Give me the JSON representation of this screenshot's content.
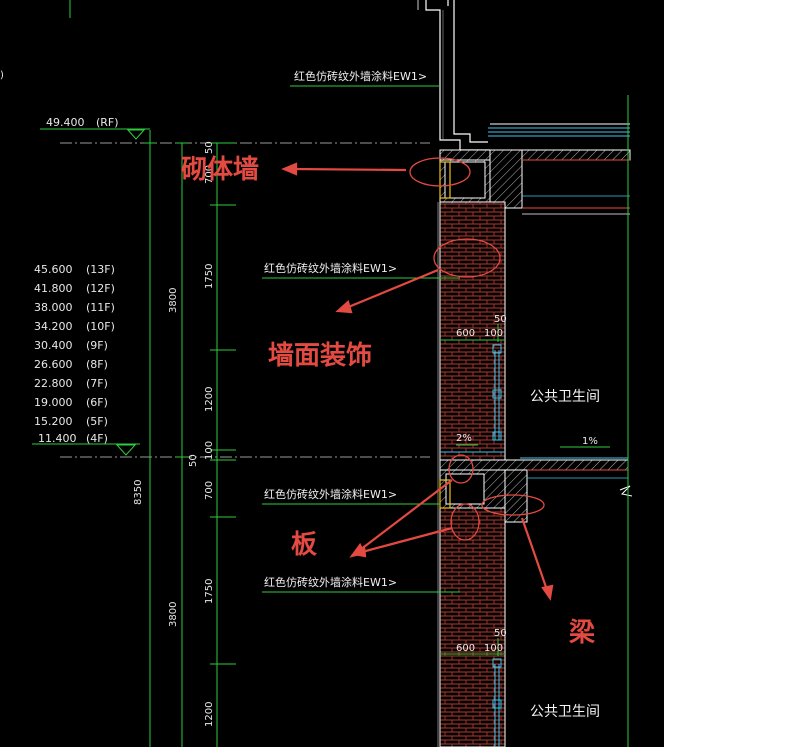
{
  "levels": {
    "roof": {
      "elev": "49.400",
      "floor": "(RF)"
    },
    "list": [
      {
        "elev": "45.600",
        "floor": "(13F)"
      },
      {
        "elev": "41.800",
        "floor": "(12F)"
      },
      {
        "elev": "38.000",
        "floor": "(11F)"
      },
      {
        "elev": "34.200",
        "floor": "(10F)"
      },
      {
        "elev": "30.400",
        "floor": "(9F)"
      },
      {
        "elev": "26.600",
        "floor": "(8F)"
      },
      {
        "elev": "22.800",
        "floor": "(7F)"
      },
      {
        "elev": "19.000",
        "floor": "(6F)"
      },
      {
        "elev": "15.200",
        "floor": "(5F)"
      },
      {
        "elev": "11.400",
        "floor": "(4F)"
      }
    ]
  },
  "dims": {
    "total": "8350",
    "storey_upper": "3800",
    "storey_lower": "3800",
    "d50_top": "50",
    "d700_top": "700",
    "d1750_upper": "1750",
    "d1200_upper": "1200",
    "d100_mid": "100",
    "d50_mid": "50",
    "d700_lower": "700",
    "d1750_lower": "1750",
    "d1200_lower": "1200",
    "win_600_upper": "600",
    "win_100_upper": "100",
    "win_50_upper": "50",
    "win_600_lower": "600",
    "win_100_lower": "100",
    "win_50_lower": "50",
    "slope_left": "2%",
    "slope_right": "1%"
  },
  "notes": {
    "ew1_top": "红色仿砖纹外墙涂料EW1>",
    "ew1_mid1": "红色仿砖纹外墙涂料EW1>",
    "ew1_mid2": "红色仿砖纹外墙涂料EW1>",
    "ew1_bottom": "红色仿砖纹外墙涂料EW1>"
  },
  "rooms": {
    "upper": "公共卫生间",
    "lower": "公共卫生间"
  },
  "annotations": {
    "masonry_wall": "砌体墙",
    "wall_finish": "墙面装饰",
    "slab": "板",
    "beam": "梁"
  },
  "colors": {
    "background": "#000000",
    "dimension": "#2ecc40",
    "brick": "#c0392b",
    "structure": "#ffffff",
    "annotation": "#e24a42",
    "glass": "#3fc6f0"
  }
}
